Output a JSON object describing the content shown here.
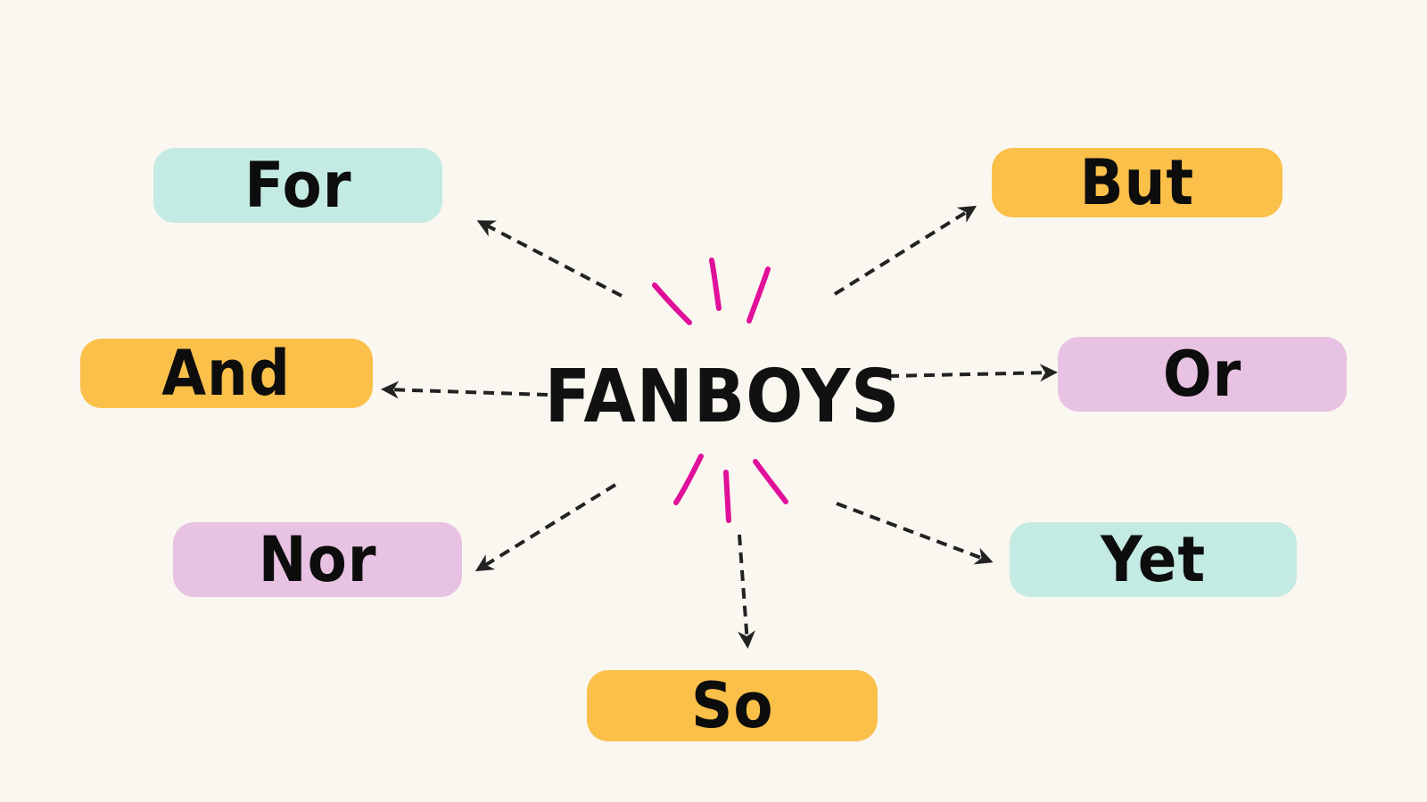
{
  "diagram": {
    "center": {
      "label": "FANBOYS"
    },
    "nodes": [
      {
        "id": "for",
        "label": "For",
        "color": "#c3ebe3"
      },
      {
        "id": "but",
        "label": "But",
        "color": "#fbc04a"
      },
      {
        "id": "and",
        "label": "And",
        "color": "#fbc04a"
      },
      {
        "id": "or",
        "label": "Or",
        "color": "#e8c2e2"
      },
      {
        "id": "nor",
        "label": "Nor",
        "color": "#e8c2e2"
      },
      {
        "id": "yet",
        "label": "Yet",
        "color": "#c3ebe3"
      },
      {
        "id": "so",
        "label": "So",
        "color": "#fbc04a"
      }
    ],
    "edges": [
      {
        "from": "center",
        "to": "for"
      },
      {
        "from": "center",
        "to": "but"
      },
      {
        "from": "center",
        "to": "and"
      },
      {
        "from": "center",
        "to": "or"
      },
      {
        "from": "center",
        "to": "nor"
      },
      {
        "from": "center",
        "to": "yet"
      },
      {
        "from": "center",
        "to": "so"
      }
    ],
    "colors": {
      "arrow": "#222222",
      "accent_burst": "#e0109a",
      "background": "#faf7f0",
      "text": "#111111"
    }
  }
}
